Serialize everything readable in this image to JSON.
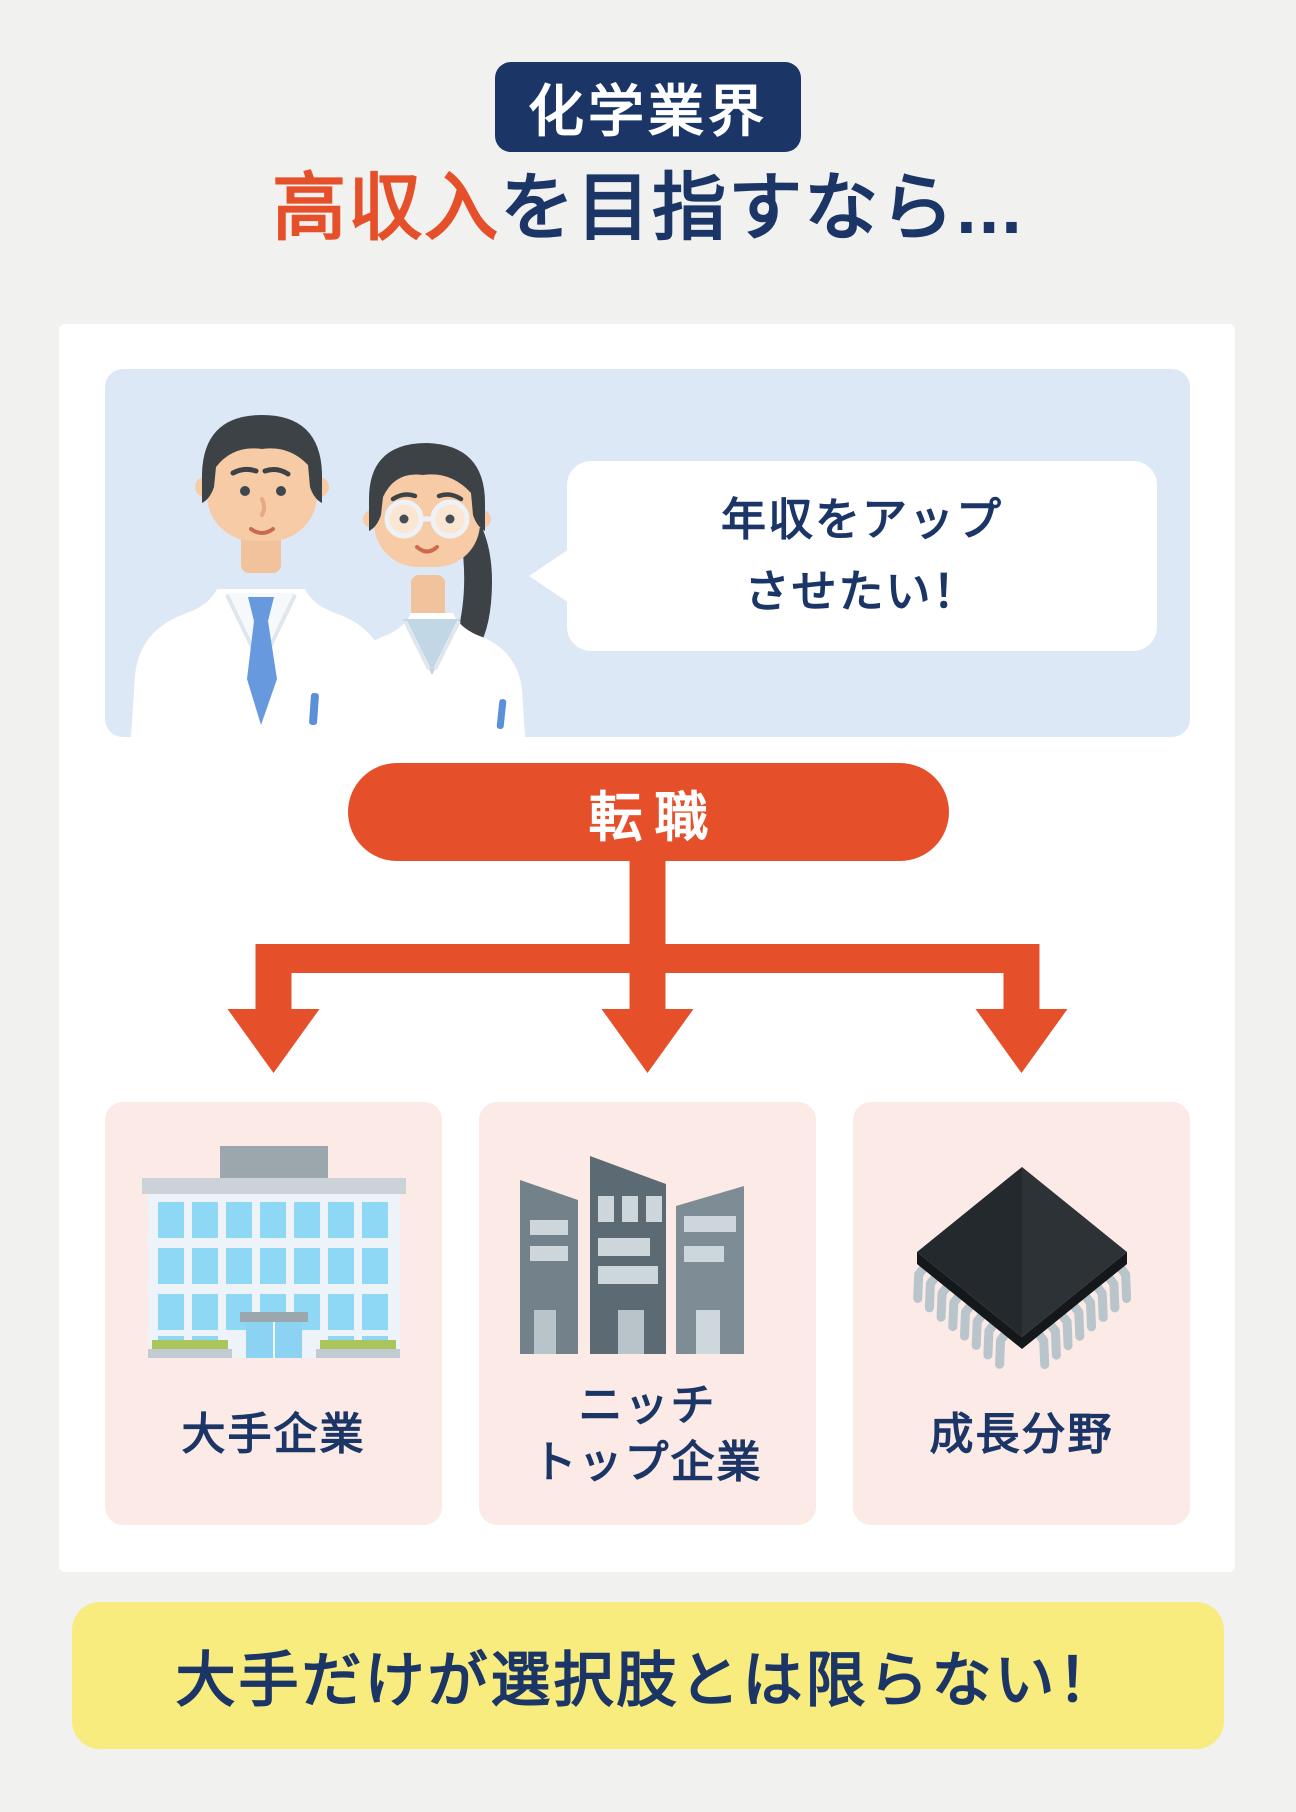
{
  "colors": {
    "background": "#f1f1f0",
    "navy": "#1b3666",
    "orange": "#e5502a",
    "panel_blue": "#dde8f6",
    "option_pink": "#fbeae5",
    "banner_yellow": "#f7ec7d",
    "window_blue": "#8ed8f6",
    "white": "#ffffff"
  },
  "header": {
    "badge_label": "化学業界",
    "title_highlight": "高収入",
    "title_rest": "を目指すなら..."
  },
  "scene": {
    "bubble_line1": "年収をアップ",
    "bubble_line2": "させたい！",
    "characters": [
      "male-scientist",
      "female-scientist"
    ]
  },
  "flow": {
    "pill_label": "転職",
    "options": [
      {
        "icon": "large-office-building",
        "label_lines": [
          "大手企業",
          ""
        ]
      },
      {
        "icon": "niche-top-buildings",
        "label_lines": [
          "ニッチ",
          "トップ企業"
        ]
      },
      {
        "icon": "semiconductor-chip",
        "label_lines": [
          "成長分野",
          ""
        ]
      }
    ]
  },
  "footer": {
    "banner_label": "大手だけが選択肢とは限らない！"
  }
}
